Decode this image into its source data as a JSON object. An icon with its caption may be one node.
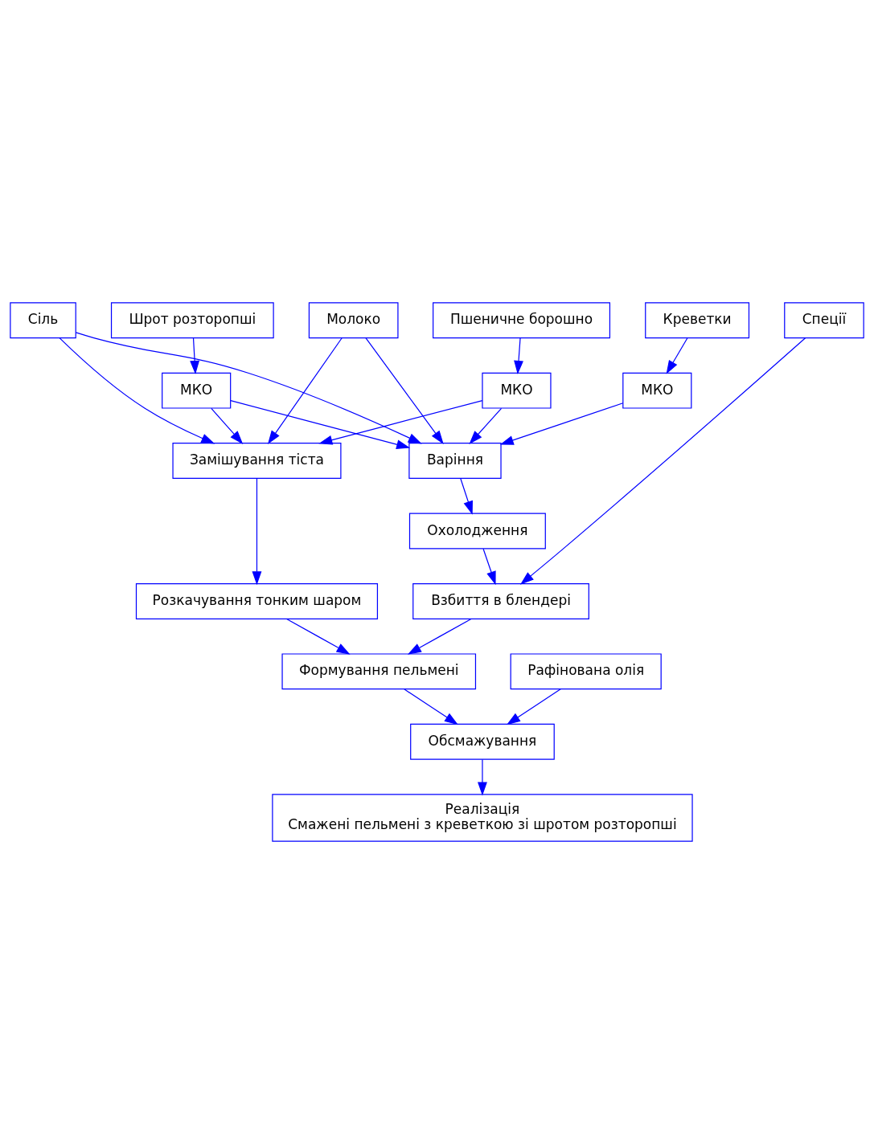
{
  "diagram": {
    "nodes": [
      {
        "text": [
          "Пшеничне борошно"
        ]
      },
      {
        "text": [
          "Шрот розторопші"
        ]
      },
      {
        "text": [
          "Молоко"
        ]
      },
      {
        "text": [
          "Сіль"
        ]
      },
      {
        "text": [
          "Креветки"
        ]
      },
      {
        "text": [
          "Спеції"
        ]
      },
      {
        "text": [
          "МКО"
        ]
      },
      {
        "text": [
          "МКО"
        ]
      },
      {
        "text": [
          "МКО"
        ]
      },
      {
        "text": [
          "Замішування тіста"
        ]
      },
      {
        "text": [
          "Варіння"
        ]
      },
      {
        "text": [
          "Охолодження"
        ]
      },
      {
        "text": [
          "Розкачування тонким шаром"
        ]
      },
      {
        "text": [
          "Взбиття в блендері"
        ]
      },
      {
        "text": [
          "Формування пельмені"
        ]
      },
      {
        "text": [
          "Обсмажування"
        ]
      },
      {
        "text": [
          "Рафінована олія"
        ]
      },
      {
        "text": [
          "Реалізація",
          "Смажені пельмені з креветкою зі шротом розторопші"
        ]
      }
    ],
    "edges": [
      {
        "from": 0,
        "to": 6,
        "arrow": "to"
      },
      {
        "from": 1,
        "to": 7,
        "arrow": "to"
      },
      {
        "from": 4,
        "to": 8,
        "arrow": "to"
      },
      {
        "from": 6,
        "to": 9,
        "arrow": "to"
      },
      {
        "from": 7,
        "to": 9,
        "arrow": "to"
      },
      {
        "from": 2,
        "to": 9,
        "arrow": "to"
      },
      {
        "from": 3,
        "to": 9,
        "arrow": "to"
      },
      {
        "from": 6,
        "to": 10,
        "arrow": "to"
      },
      {
        "from": 7,
        "to": 10,
        "arrow": "to"
      },
      {
        "from": 2,
        "to": 10,
        "arrow": "to"
      },
      {
        "from": 3,
        "to": 10,
        "arrow": "to"
      },
      {
        "from": 8,
        "to": 10,
        "arrow": "to"
      },
      {
        "from": 10,
        "to": 11,
        "arrow": "to"
      },
      {
        "from": 11,
        "to": 13,
        "arrow": "to"
      },
      {
        "from": 5,
        "to": 13,
        "arrow": "to"
      },
      {
        "from": 9,
        "to": 12,
        "arrow": "to"
      },
      {
        "from": 12,
        "to": 14,
        "arrow": "to"
      },
      {
        "from": 13,
        "to": 14,
        "arrow": "to"
      },
      {
        "from": 14,
        "to": 15,
        "arrow": "to"
      },
      {
        "from": 16,
        "to": 15,
        "arrow": "to"
      },
      {
        "from": 15,
        "to": 17,
        "arrow": "to"
      }
    ]
  }
}
